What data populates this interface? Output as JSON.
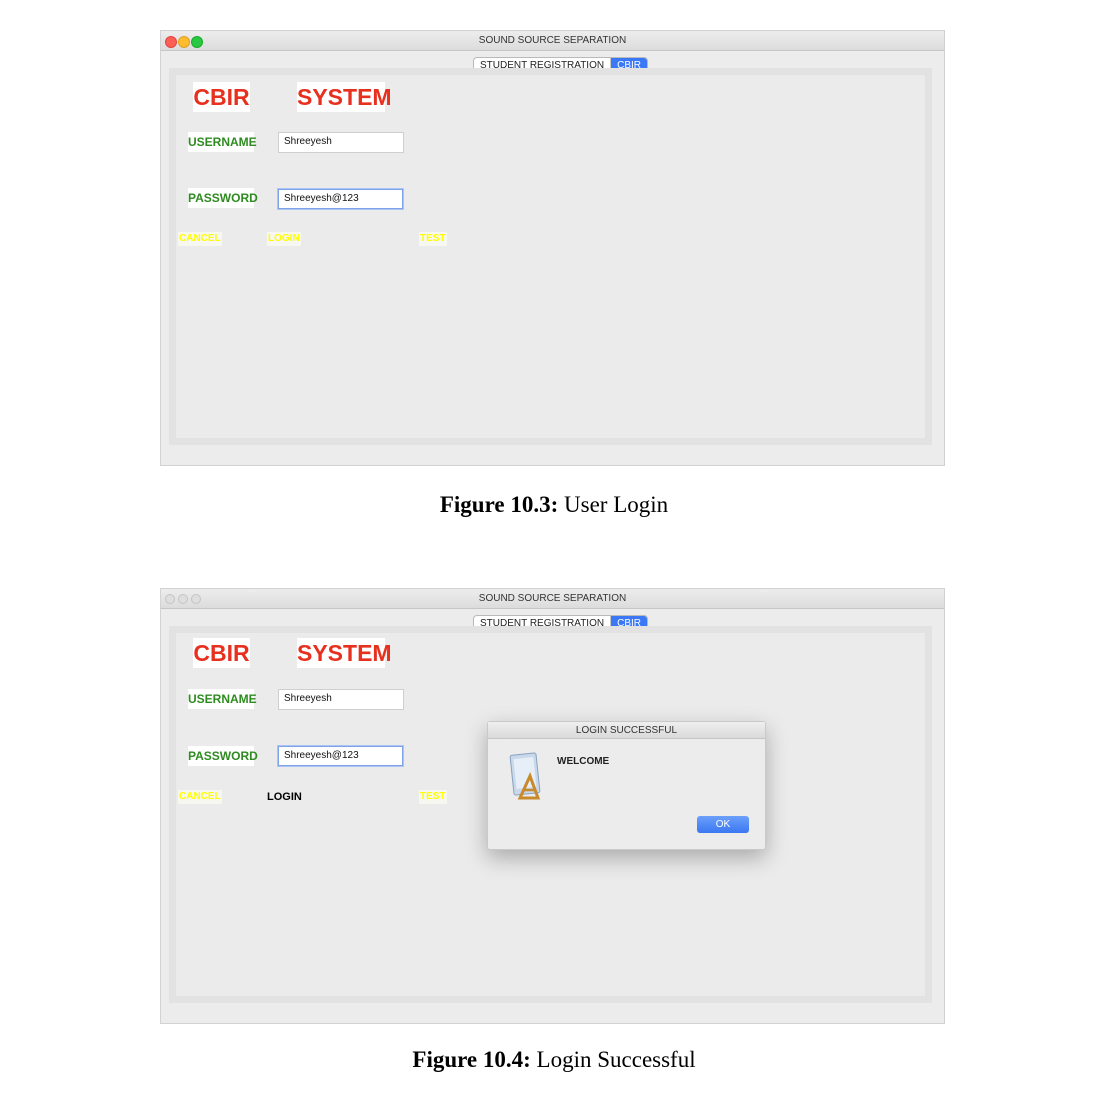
{
  "figure1": {
    "window_title": "SOUND SOURCE SEPARATION",
    "tabs": [
      "STUDENT REGISTRATION",
      "CBIR"
    ],
    "selected_tab": "CBIR",
    "heading_left": "CBIR",
    "heading_right": "SYSTEM",
    "username_label": "USERNAME",
    "username_value": "Shreeyesh",
    "password_label": "PASSWORD",
    "password_value": "Shreeyesh@123",
    "cancel_label": "CANCEL",
    "login_label": "LOGIN",
    "test_label": "TEST",
    "caption_label": "Figure 10.3:",
    "caption_text": "User Login"
  },
  "figure2": {
    "window_title": "SOUND SOURCE SEPARATION",
    "tabs": [
      "STUDENT REGISTRATION",
      "CBIR"
    ],
    "selected_tab": "CBIR",
    "heading_left": "CBIR",
    "heading_right": "SYSTEM",
    "username_label": "USERNAME",
    "username_value": "Shreeyesh",
    "password_label": "PASSWORD",
    "password_value": "Shreeyesh@123",
    "cancel_label": "CANCEL",
    "login_label": "LOGIN",
    "test_label": "TEST",
    "dialog": {
      "title": "LOGIN SUCCESSFUL",
      "message": "WELCOME",
      "ok_label": "OK",
      "icon": "app-icon"
    },
    "caption_label": "Figure 10.4:",
    "caption_text": "Login Successful"
  },
  "colors": {
    "heading_red": "#e8301f",
    "label_green": "#2e8b1f",
    "button_yellow": "#ffff00",
    "tab_selected_blue": "#3b78f6"
  }
}
